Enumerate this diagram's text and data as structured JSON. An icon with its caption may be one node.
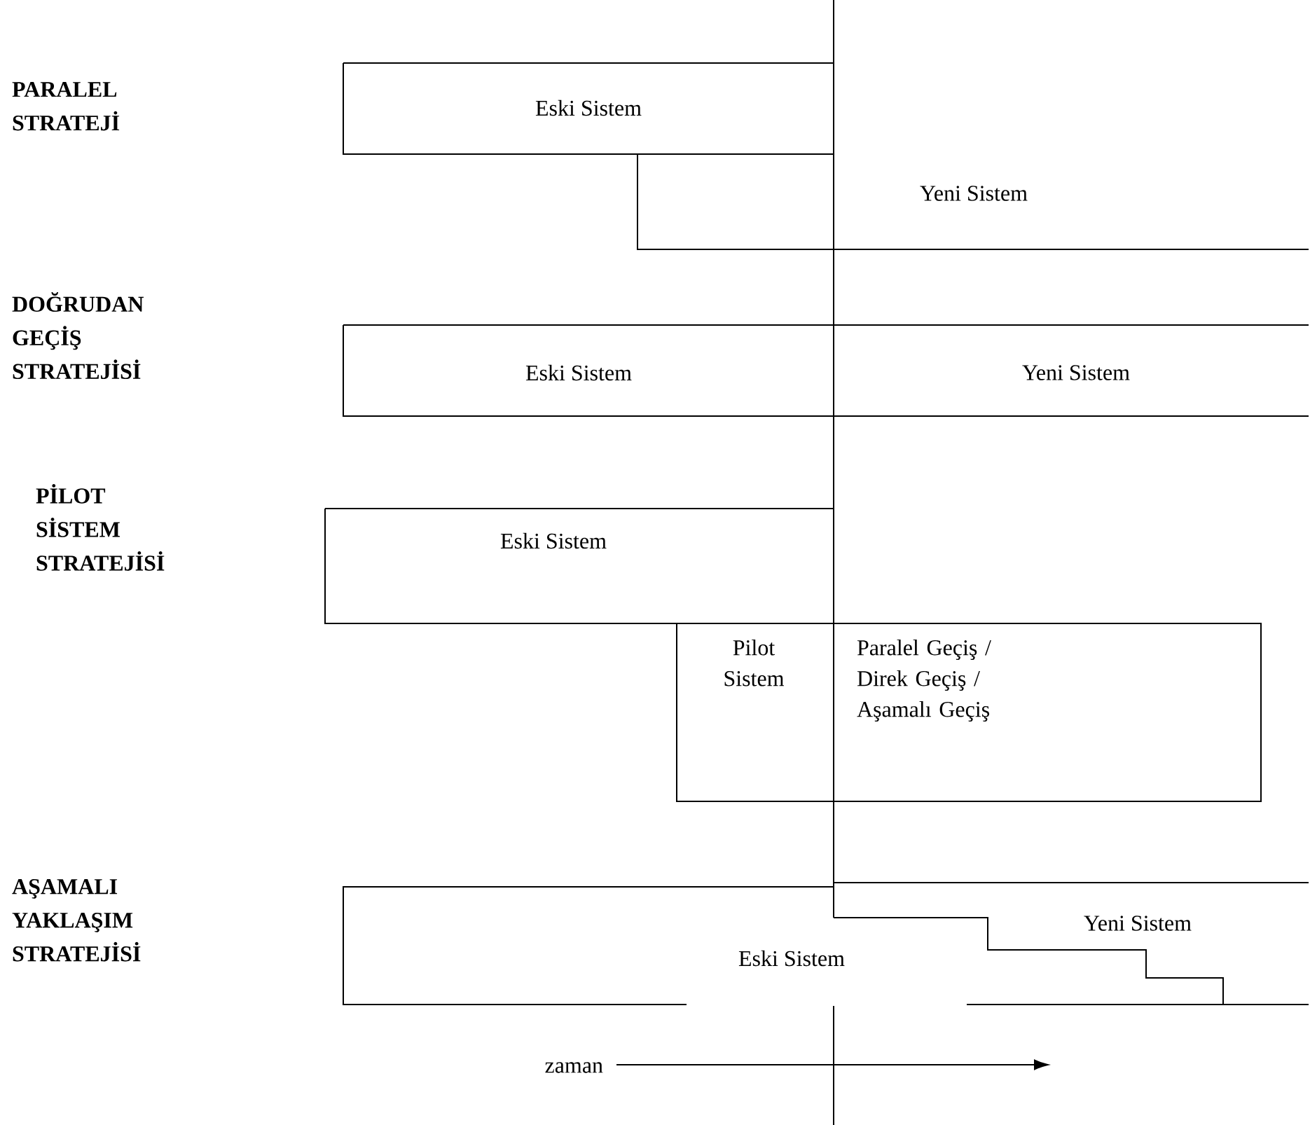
{
  "diagram": {
    "nodes": [
      {
        "text": [
          "Eski Sistem"
        ]
      },
      {
        "text": [
          "Yeni Sistem"
        ]
      },
      {
        "text": [
          "Eski Sistem"
        ]
      },
      {
        "text": [
          "Yeni Sistem"
        ]
      },
      {
        "text": [
          "Eski Sistem"
        ]
      },
      {
        "text": [
          "Pilot Sistem"
        ]
      },
      {
        "text": [
          "Paralel Geçiş / Direk Geçiş / Aşamalı Geçiş"
        ]
      },
      {
        "text": [
          "Eski Sistem"
        ]
      },
      {
        "text": [
          "Yeni Sistem"
        ],
        "in": 7
      }
    ],
    "labels": [
      "PARALEL STRATEJİ",
      "DOĞRUDAN GEÇİŞ STRATEJİSİ",
      "PİLOT SİSTEM STRATEJİSİ",
      "AŞAMALI YAKLAŞIM STRATEJİSİ",
      "zaman"
    ]
  }
}
